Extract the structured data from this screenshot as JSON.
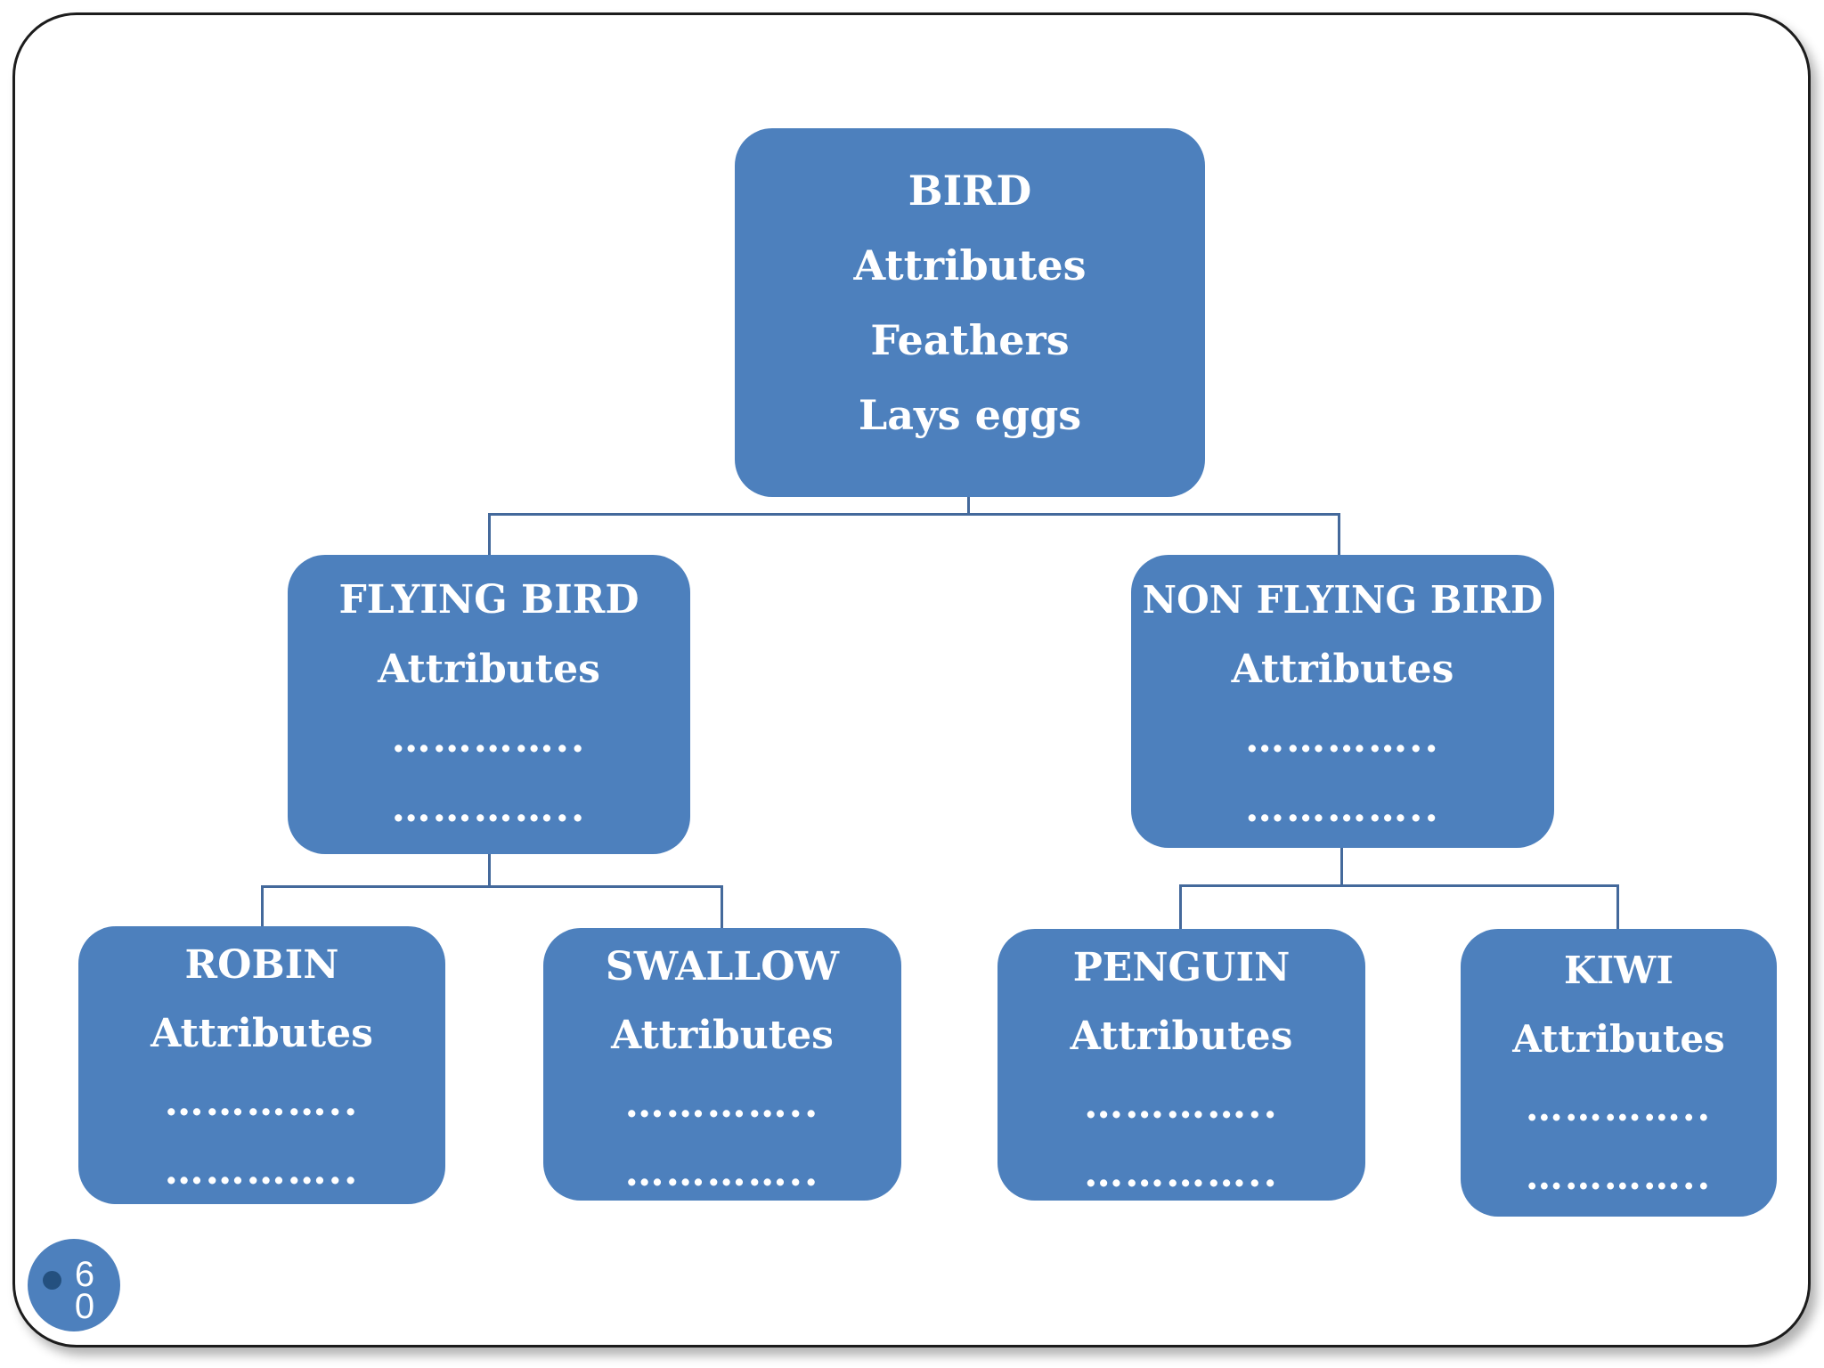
{
  "slide": {
    "number_line1": "6",
    "number_line2": "0"
  },
  "colors": {
    "node-fill": "#4d80bd",
    "node-text": "#ffffff",
    "connector": "#44699b",
    "frame-border": "#1c1c1c",
    "badge-dot": "#24507f"
  },
  "nodes": {
    "bird": {
      "title": "BIRD",
      "line2": "Attributes",
      "line3": "Feathers",
      "line4": "Lays eggs"
    },
    "flying_bird": {
      "title": "FLYING BIRD",
      "line2": "Attributes",
      "line3": "…………..",
      "line4": "………….."
    },
    "non_flying_bird": {
      "title": "NON FLYING BIRD",
      "line2": "Attributes",
      "line3": "…………..",
      "line4": "………….."
    },
    "robin": {
      "title": "ROBIN",
      "line2": "Attributes",
      "line3": "…………..",
      "line4": "………….."
    },
    "swallow": {
      "title": "SWALLOW",
      "line2": "Attributes",
      "line3": "…………..",
      "line4": "………….."
    },
    "penguin": {
      "title": "PENGUIN",
      "line2": "Attributes",
      "line3": "…………..",
      "line4": "………….."
    },
    "kiwi": {
      "title": "KIWI",
      "line2": "Attributes",
      "line3": "…………..",
      "line4": "………….."
    }
  }
}
